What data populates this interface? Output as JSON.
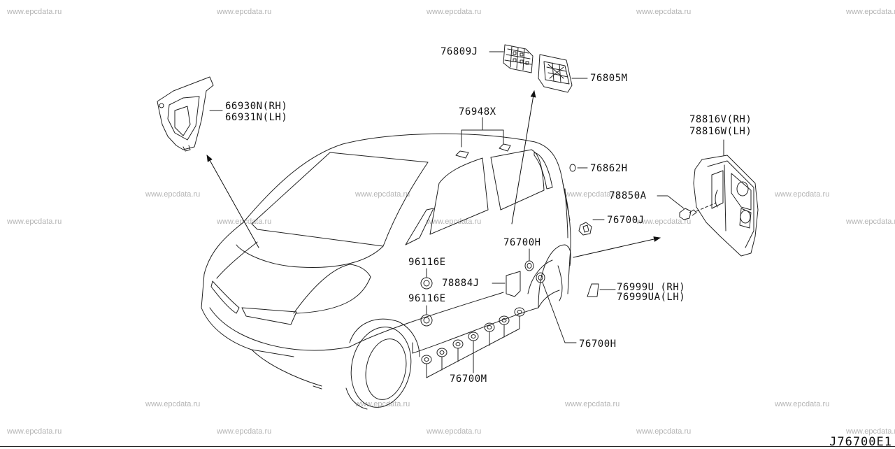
{
  "watermark_text": "www.epcdata.ru",
  "diagram_id": "J76700E1",
  "parts": {
    "p66930": "66930N(RH)",
    "p66931": "66931N(LH)",
    "p76809": "76809J",
    "p76805": "76805M",
    "p76948": "76948X",
    "p76862": "76862H",
    "p78816v": "78816V(RH)",
    "p78816w": "78816W(LH)",
    "p78850": "78850A",
    "p76700j": "76700J",
    "p76700h_top": "76700H",
    "p96116e_1": "96116E",
    "p78884": "78884J",
    "p96116e_2": "96116E",
    "p76999u": "76999U (RH)",
    "p76999ua": "76999UA(LH)",
    "p76700h_bot": "76700H",
    "p76700m": "76700M"
  }
}
